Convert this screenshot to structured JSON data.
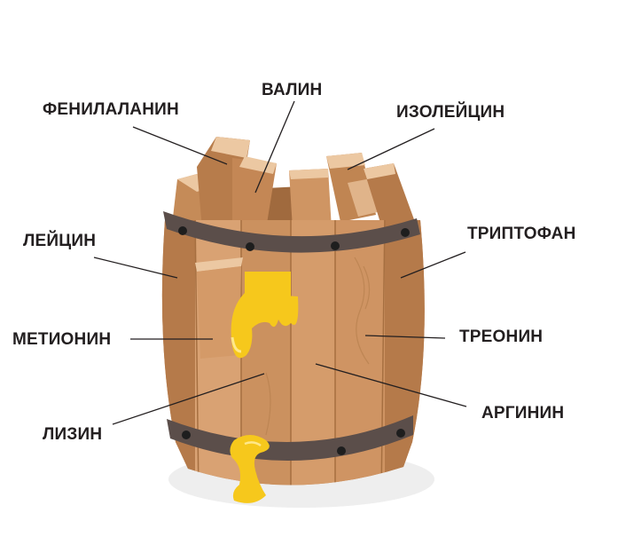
{
  "labels": {
    "phenylalanine": "ФЕНИЛАЛАНИН",
    "valine": "ВАЛИН",
    "isoleucine": "ИЗОЛЕЙЦИН",
    "leucine": "ЛЕЙЦИН",
    "tryptophan": "ТРИПТОФАН",
    "methionine": "МЕТИОНИН",
    "threonine": "ТРЕОНИН",
    "lysine": "ЛИЗИН",
    "arginine": "АРГИНИН"
  },
  "colors": {
    "stave_light": "#d9a273",
    "stave_mid": "#c88d5c",
    "stave_dark": "#b57a4a",
    "stave_end": "#ecc8a2",
    "hoop": "#5b4e4a",
    "rivet": "#1e1e1e",
    "honey": "#f6c81c",
    "honey_highlight": "#ffe88a",
    "leader_line": "#231f20",
    "shadow": "#eeeeee"
  }
}
